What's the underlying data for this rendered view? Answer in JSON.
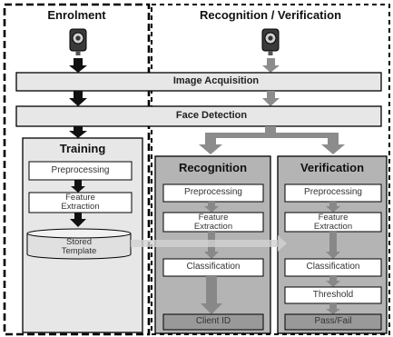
{
  "columns": {
    "enrolment": "Enrolment",
    "recognition_verification": "Recognition / Verification"
  },
  "stages": {
    "image_acquisition": "Image Acquisition",
    "face_detection": "Face Detection"
  },
  "training": {
    "title": "Training",
    "preprocessing": "Preprocessing",
    "feature_extraction": "Feature\nExtraction",
    "stored_template": "Stored\nTemplate"
  },
  "recognition": {
    "title": "Recognition",
    "preprocessing": "Preprocessing",
    "feature_extraction": "Feature\nExtraction",
    "classification": "Classification",
    "output": "Client ID"
  },
  "verification": {
    "title": "Verification",
    "preprocessing": "Preprocessing",
    "feature_extraction": "Feature\nExtraction",
    "classification": "Classification",
    "threshold": "Threshold",
    "output": "Pass/Fail"
  },
  "icons": [
    "camera-icon"
  ],
  "colors": {
    "panel_gray": "#e7e7e7",
    "section_gray": "#b4b4b4",
    "arrow_dark": "#111111",
    "arrow_gray": "#8c8c8c",
    "box_white": "#ffffff"
  }
}
